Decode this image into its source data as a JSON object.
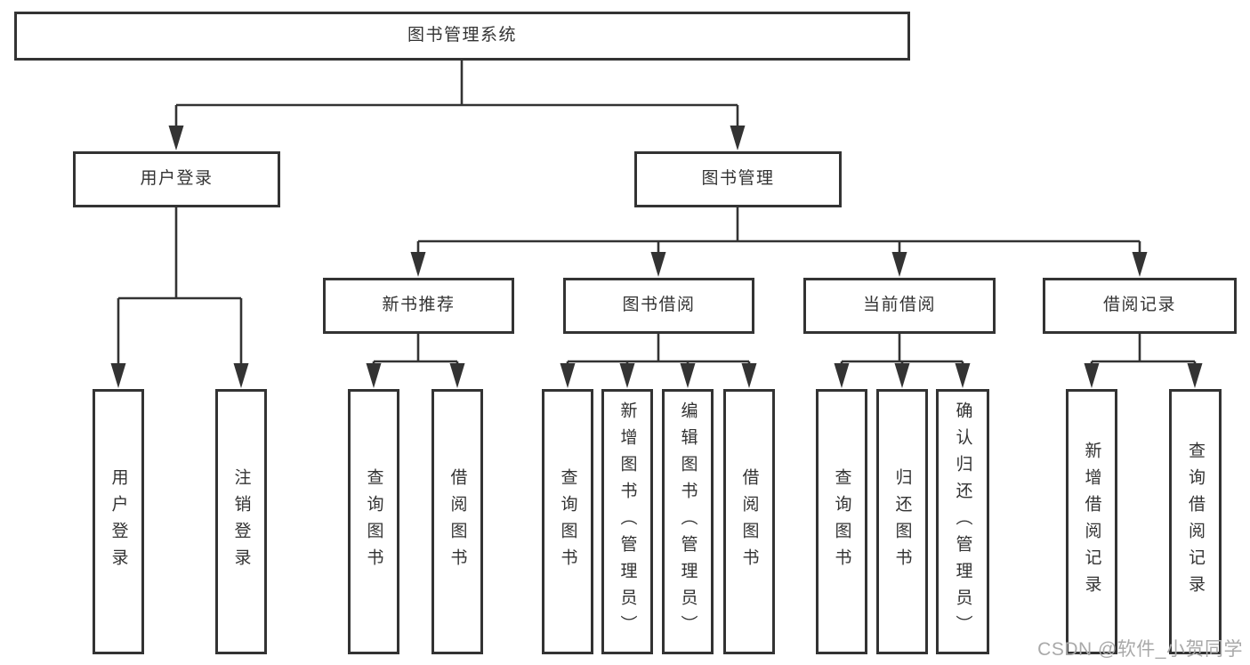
{
  "diagram": {
    "title": "图书管理系统",
    "type": "hierarchy-tree"
  },
  "tree": {
    "label": "图书管理系统",
    "children": [
      {
        "label": "用户登录",
        "children": [
          {
            "label": "用户登录"
          },
          {
            "label": "注销登录"
          }
        ]
      },
      {
        "label": "图书管理",
        "children": [
          {
            "label": "新书推荐",
            "children": [
              {
                "label": "查询图书"
              },
              {
                "label": "借阅图书"
              }
            ]
          },
          {
            "label": "图书借阅",
            "children": [
              {
                "label": "查询图书"
              },
              {
                "label": "新增图书（管理员）"
              },
              {
                "label": "编辑图书（管理员）"
              },
              {
                "label": "借阅图书"
              }
            ]
          },
          {
            "label": "当前借阅",
            "children": [
              {
                "label": "查询图书"
              },
              {
                "label": "归还图书"
              },
              {
                "label": "确认归还（管理员）"
              }
            ]
          },
          {
            "label": "借阅记录",
            "children": [
              {
                "label": "新增借阅记录"
              },
              {
                "label": "查询借阅记录"
              }
            ]
          }
        ]
      }
    ]
  },
  "watermark": {
    "text": "CSDN @软件_小贺同学"
  },
  "colors": {
    "background": "#ffffff",
    "line": "#333333",
    "box_border": "#333333",
    "text": "#333333",
    "watermark": "#a9a9a9"
  }
}
